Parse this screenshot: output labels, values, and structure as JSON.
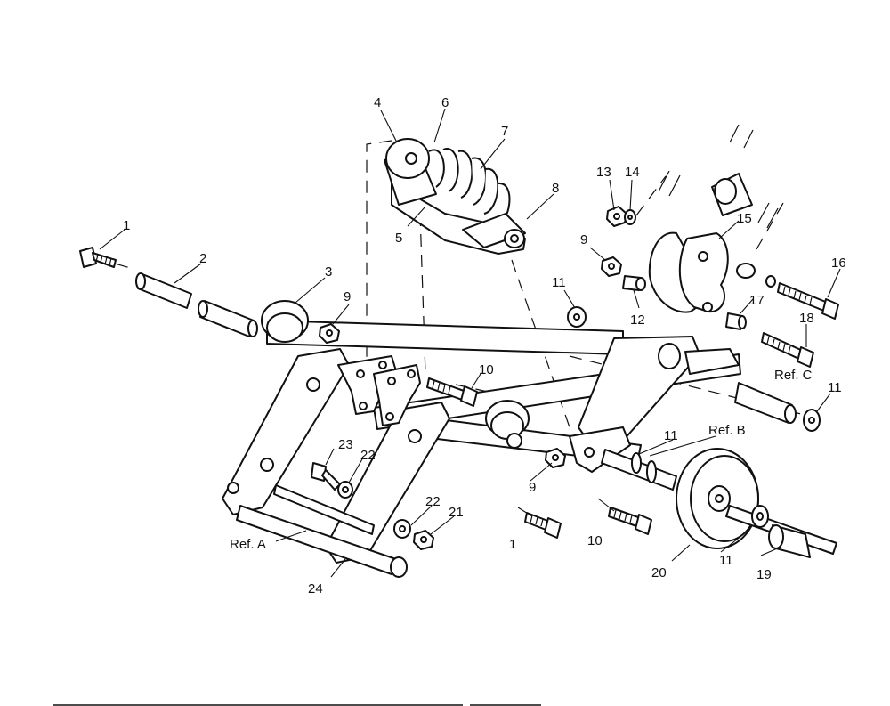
{
  "labels": {
    "p1a": "1",
    "p1b": "1",
    "p2": "2",
    "p3": "3",
    "p4": "4",
    "p5": "5",
    "p6": "6",
    "p7": "7",
    "p8": "8",
    "p9a": "9",
    "p9b": "9",
    "p9c": "9",
    "p10a": "10",
    "p10b": "10",
    "p11a": "11",
    "p11b": "11",
    "p11c": "11",
    "p11d": "11",
    "p12": "12",
    "p13": "13",
    "p14": "14",
    "p15": "15",
    "p16": "16",
    "p17": "17",
    "p18": "18",
    "p19": "19",
    "p20": "20",
    "p21": "21",
    "p22a": "22",
    "p22b": "22",
    "p23": "23",
    "p24": "24",
    "refA": "Ref. A",
    "refB": "Ref. B",
    "refC": "Ref. C"
  }
}
